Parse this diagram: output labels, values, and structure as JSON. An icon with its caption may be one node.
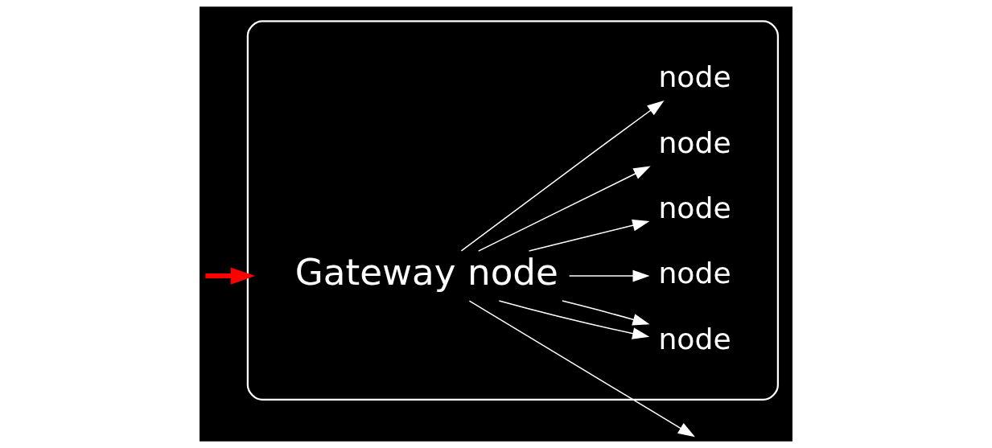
{
  "diagram": {
    "nodes": [
      {
        "text": [],
        "shape": "cloud"
      },
      {
        "text": [
          "Gateway node"
        ],
        "in": 0
      },
      {
        "text": [
          "node"
        ],
        "in": 0
      },
      {
        "text": [
          "node"
        ],
        "in": 0
      },
      {
        "text": [
          "node"
        ],
        "in": 0
      },
      {
        "text": [
          "node"
        ],
        "in": 0
      },
      {
        "text": [
          "node"
        ],
        "in": 0
      }
    ],
    "edges": [
      {
        "from": null,
        "to": 0,
        "arrow": "to",
        "style": "thick",
        "color": "#ff0000"
      },
      {
        "from": 1,
        "to": 2,
        "arrow": "to"
      },
      {
        "from": 1,
        "to": 2,
        "arrow": "to"
      },
      {
        "from": 1,
        "to": 3,
        "arrow": "to"
      },
      {
        "from": 1,
        "to": null,
        "arrow": "to"
      },
      {
        "from": 1,
        "to": 4,
        "arrow": "to"
      },
      {
        "from": 1,
        "to": 6,
        "arrow": "to"
      },
      {
        "from": 1,
        "to": 5,
        "arrow": "to"
      }
    ]
  }
}
